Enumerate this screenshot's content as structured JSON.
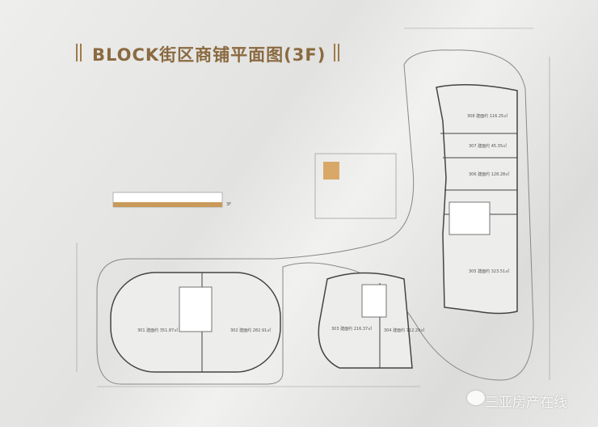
{
  "title": "BLOCK街区商铺平面图(3F)",
  "floor_tag": "3F",
  "units": [
    {
      "id": "308",
      "label": "308 建面约 116.25㎡"
    },
    {
      "id": "307",
      "label": "307 建面约 45.35㎡"
    },
    {
      "id": "306",
      "label": "306 建面约 128.28㎡"
    },
    {
      "id": "305",
      "label": "305 建面约 323.51㎡"
    },
    {
      "id": "301",
      "label": "301 建面约 351.87㎡"
    },
    {
      "id": "302",
      "label": "302 建面约 282.91㎡"
    },
    {
      "id": "303",
      "label": "303 建面约 216.37㎡"
    },
    {
      "id": "304",
      "label": "304 建面约 112.29㎡"
    }
  ],
  "watermark": "三亚房产在线",
  "colors": {
    "accent": "#8a6a40",
    "line": "#444444"
  }
}
